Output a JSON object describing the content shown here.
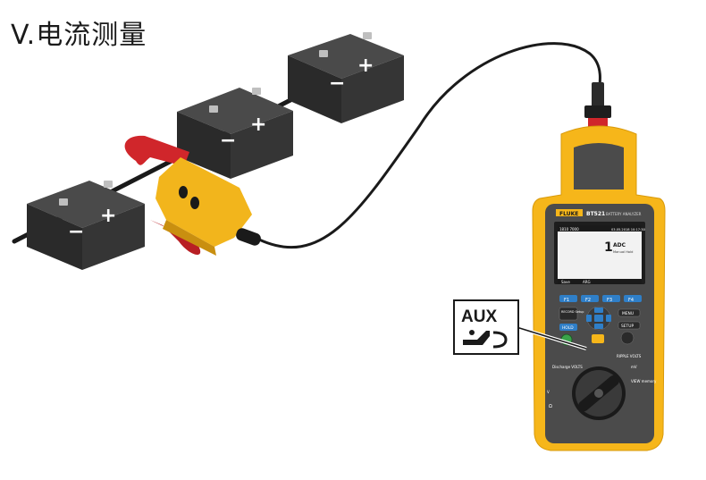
{
  "title": "V.电流测量",
  "battery_symbols": {
    "minus": "−",
    "plus": "+"
  },
  "meter": {
    "brand": "FLUKE",
    "model": "BT521",
    "subtitle": "BATTERY ANALYZER",
    "screen": {
      "top_left": "1810 7000",
      "top_right": "03.05.2018 10:17:30",
      "reading_value": "1",
      "reading_unit": "ADC",
      "reading_sub": "Manual Hold",
      "softkeys": [
        "Save",
        "ARG",
        "",
        ""
      ]
    },
    "keys": {
      "f1": "F1",
      "f2": "F2",
      "f3": "F3",
      "f4": "F4",
      "record": "RECORD\nSetup",
      "hold": "HOLD",
      "menu": "MENU",
      "setup": "SETUP"
    },
    "dial_labels": {
      "discharge": "Discharge\nVOLTS",
      "ripple": "RIPPLE\nVOLTS",
      "mv": "mV",
      "v": "V",
      "view": "VIEW\nmemory",
      "ohm": "Ω"
    }
  },
  "aux_callout": {
    "label": "AUX"
  },
  "colors": {
    "battery_dark": "#2d2d2d",
    "battery_top": "#4a4a4a",
    "clamp_yellow": "#f2b51c",
    "clamp_red": "#d0262b",
    "meter_yellow": "#f6b61a",
    "meter_gray": "#4b4b4b",
    "screen_bg": "#f2f2f2",
    "key_blue": "#2f7fc8",
    "key_green": "#3aa34a"
  }
}
